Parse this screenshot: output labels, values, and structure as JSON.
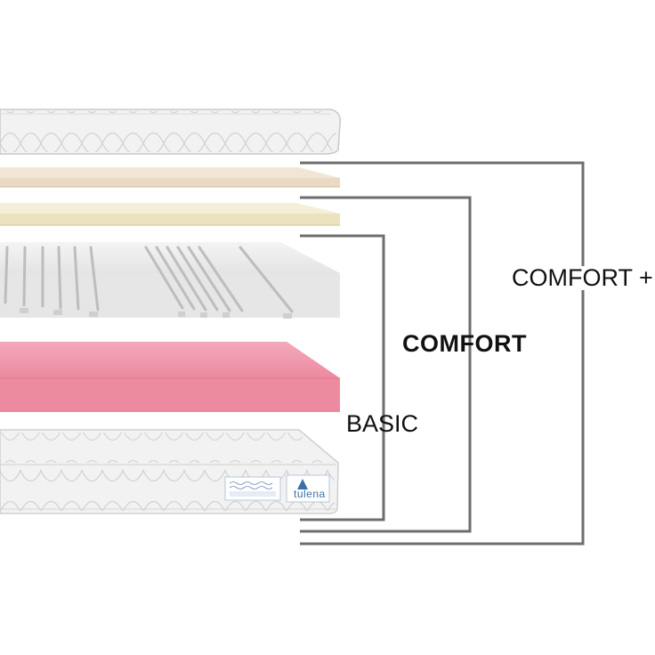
{
  "labels": {
    "basic": "BASIC",
    "comfort": "COMFORT",
    "comfort_plus": "COMFORT +"
  },
  "brand": {
    "name": "tulena"
  },
  "colors": {
    "cover": "#f1f1f1",
    "latex_layer": "#eadac4",
    "memory_layer": "#efe6c8",
    "zoned_foam": "#e9e9e9",
    "pink_foam": "#ec8ca2",
    "bracket_lines": "#6e6e6e"
  }
}
